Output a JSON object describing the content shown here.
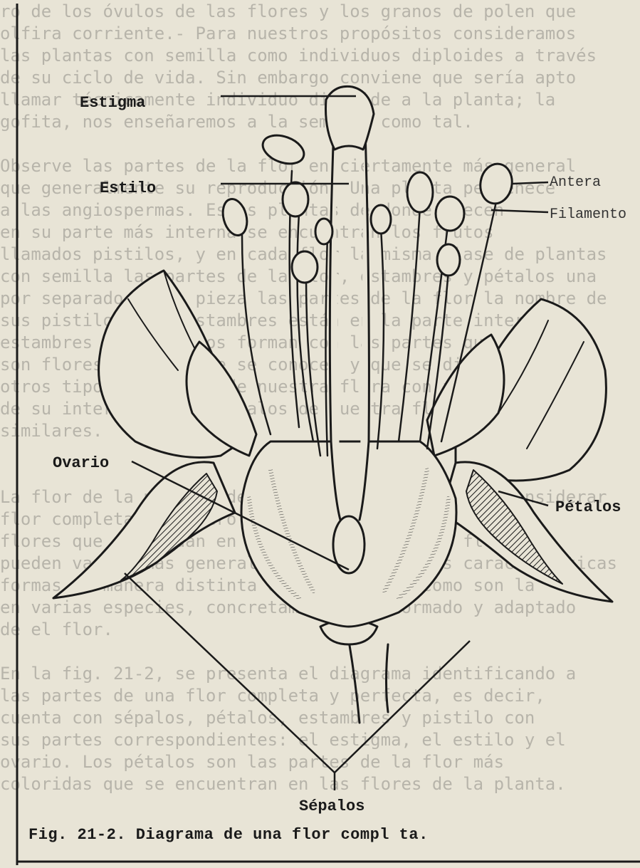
{
  "background_text": [
    "ro de los óvulos de las flores y los granos de polen que",
    "olfira corriente.- Para nuestros propósitos consideramos",
    "las plantas con semilla como individuos diploides a través",
    "de su ciclo de vida. Sin embargo conviene que sería apto",
    "llamar técnicamente individuo diploide a la planta; la",
    "gofita, nos enseñaremos a la semilla como tal.",
    "",
    "Observe las partes de la flor en ciertamente más general",
    "que generalmente su reproducción. Una planta pertenece",
    "a las angiospermas. Estas plantas de donde crecen",
    "en su parte más interna se encuentran los frutos",
    "llamados pistilos, y en cada flor la misma clase de plantas",
    "con semilla las partes de la flor, estambres y pétalos una",
    "por separado en la pieza las partes de la flor la nombre de",
    "sus pistilos. Los estambres están en la parte interior",
    "estambres y filamentos forman con las partes que son parte",
    "son flores con las que se conocen y que se distinguen los",
    "otros tipos de flores de nuestra flora con flores",
    "de su interior y los sépalos de nuestra flora son básicos",
    "similares.",
    "",
    "",
    "La flor de la mayoría de las plantas que podemos considerar",
    "flor completa el número y forma de los estambres",
    "flores que se sitúan en el receptáculo de la flor",
    "pueden variar más generalmente; tienen otras características",
    "formas de manera distinta en su interior como son la",
    "en varias especies, concretamente, el formado y adaptado",
    "de el flor.",
    "",
    "En la fig. 21-2, se presenta el diagrama identificando a",
    "las partes de una flor completa y perfecta, es decir,",
    "cuenta con sépalos, pétalos, estambres y pistilo con",
    "sus partes correspondientes: el estigma, el estilo y el",
    "ovario. Los pétalos son las partes de la flor más",
    "coloridas que se encuentran en las flores de la planta."
  ],
  "labels": {
    "estigma": "Estigma",
    "estilo": "Estilo",
    "antera": "Antera",
    "filamento": "Filamento",
    "ovario": "Ovario",
    "petalos": "Pétalos",
    "sepalos": "Sépalos"
  },
  "caption": "Fig. 21-2. Diagrama de una flor compl ta.",
  "colors": {
    "paper": "#e8e4d6",
    "ink": "#1a1a1a"
  }
}
